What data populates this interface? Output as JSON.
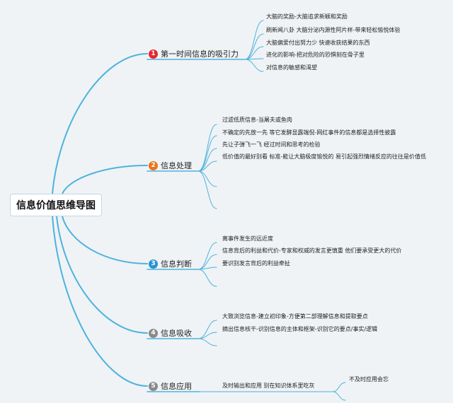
{
  "title": "信息价值思维导图",
  "colors": {
    "line": "#4fb2dd",
    "background": "#eff3f6"
  },
  "branches": [
    {
      "number": "1",
      "color": "#e8262c",
      "label": "第一时间信息的吸引力",
      "items": [
        "大脑的奖励-大脑追求新颖和奖励",
        "刷新闻八卦 大脑分泌内源性阿片样-带来轻松愉悦体验",
        "大脑偏爱付出努力少 快速收获结果的东西",
        "进化的影响-把对危险的恐惧刻在骨子里",
        "对信息的敏感和渴望"
      ]
    },
    {
      "number": "2",
      "color": "#ec7318",
      "label": "信息处理",
      "items": [
        "过滤低质信息-当屠夫或鱼肉",
        "不确定的先放一先 等它发酵显露端倪-网红事件的信息都是选择性披露",
        "先让子弹飞一飞 经过时间和思考的检验",
        "低价值的最好别看 标准-能让大脑极度愉悦的 易引起强烈情绪反应的往往是价值低"
      ]
    },
    {
      "number": "3",
      "color": "#2b93d1",
      "label": "信息判断",
      "items": [
        "离事件发生的远近度",
        "信息背后的利益和代价-专家和权威的发言更慎重 他们要承受更大的代价",
        "要识别发言背后的利益牵扯"
      ]
    },
    {
      "number": "4",
      "color": "#8a8a8a",
      "label": "信息吸收",
      "items": [
        "大致浏览信息-建立初印象-方便第二部理解信息和提取要点",
        "摘出信息核干-识别信息的主体和框架-识别它的要点/事实/逻辑"
      ]
    },
    {
      "number": "5",
      "color": "#8a8a8a",
      "label": "信息应用",
      "items": [
        "及时输出和应用 别在知识体系里吃灰"
      ],
      "subitems": [
        "不及时应用会忘"
      ]
    }
  ]
}
